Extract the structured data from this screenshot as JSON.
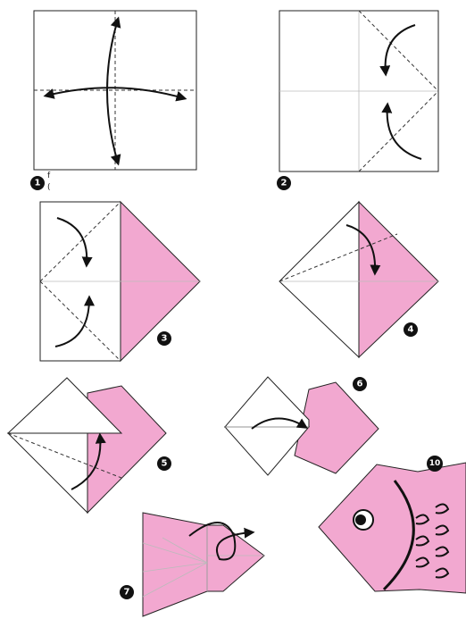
{
  "steps": [
    {
      "number": "1"
    },
    {
      "number": "2"
    },
    {
      "number": "3"
    },
    {
      "number": "4"
    },
    {
      "number": "5"
    },
    {
      "number": "6"
    },
    {
      "number": "7"
    },
    {
      "number": "10"
    }
  ],
  "stray_text": [
    "f",
    "("
  ],
  "colors": {
    "paper": "#ffffff",
    "pink": "#f2a8d0",
    "outline": "#222222",
    "badge": "#111111"
  }
}
